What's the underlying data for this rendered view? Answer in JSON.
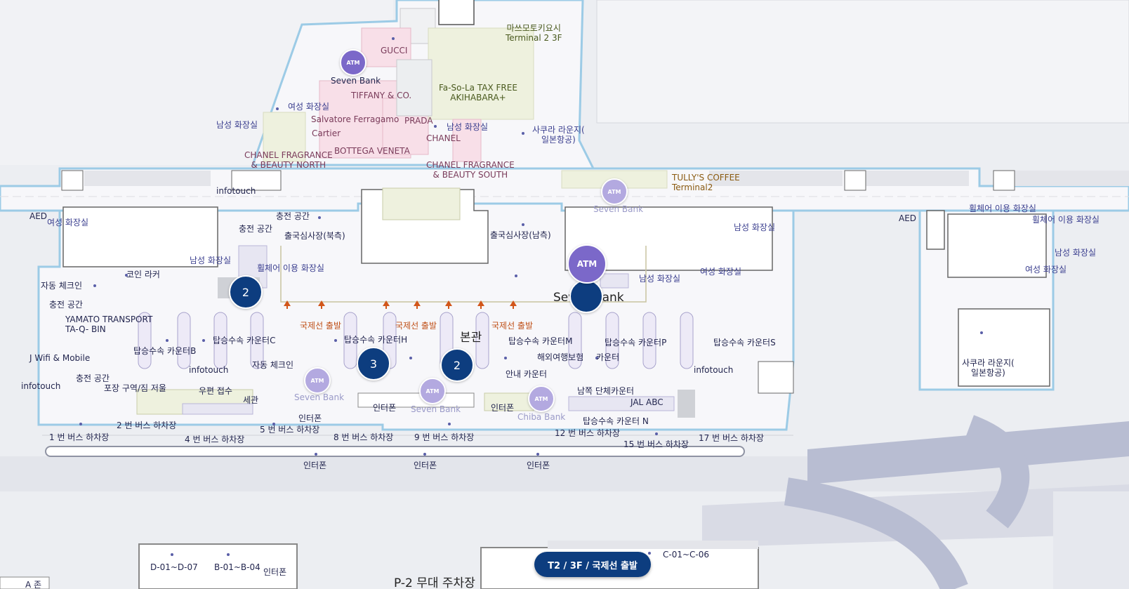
{
  "floor_badge": "T2 / 3F / 국제선 출발",
  "colors": {
    "atm": "#7b68c9",
    "cluster": "#0d3d7f",
    "departure": "#c0521a",
    "terminal_outline": "#9ccbe6",
    "brand_area": "#f8dfe8",
    "shop_area": "#eef1de"
  },
  "labels": {
    "masumoto": "마쓰모토키요시",
    "masumoto2": "Terminal 2 3F",
    "gucci": "GUCCI",
    "sevenbank_n": "Seven Bank",
    "tiffany": "TIFFANY & CO.",
    "fasola": "Fa-So-La TAX FREE",
    "fasola2": "AKIHABARA+",
    "women_wc_n": "여성 화장실",
    "men_wc_nw": "남성 화장실",
    "ferragamo": "Salvatore Ferragamo",
    "prada": "PRADA",
    "men_wc_nc": "남성 화장실",
    "cartier": "Cartier",
    "chanel": "CHANEL",
    "sakura_n": "사쿠라 라운지(",
    "sakura_n2": "일본항공)",
    "bottega": "BOTTEGA VENETA",
    "chanel_fn": "CHANEL FRAGRANCE",
    "chanel_fn2": "& BEAUTY NORTH",
    "chanel_fs": "CHANEL FRAGRANCE",
    "chanel_fs2": "& BEAUTY SOUTH",
    "tullys": "TULLY'S COFFEE",
    "tullys2": "Terminal2",
    "infotouch_n": "infotouch",
    "sevenbank_c": "Seven Bank",
    "aed_w": "AED",
    "women_wc_w": "여성 화장실",
    "charge_1": "충전 공간",
    "charge_2": "충전 공간",
    "emigration_n": "출국심사장(북측)",
    "emigration_s": "출국심사장(남측)",
    "wheel_wc_e": "휠체어 이용 화장실",
    "aed_e": "AED",
    "wheel_wc_e2": "휠체어 이용 화장실",
    "men_wc_e": "남성 화장실",
    "men_wc_far": "남성 화장실",
    "women_wc_far": "여성 화장실",
    "men_wc_w": "남성 화장실",
    "wheel_wc_w": "휠체어 이용 화장실",
    "coin_locker": "코인 라커",
    "sevenbank_big": "Seven Bank",
    "men_wc_c": "남성 화장실",
    "women_wc_c": "여성 화장실",
    "self_checkin_w": "자동 체크인",
    "charge_3": "충전 공간",
    "yamato": "YAMATO TRANSPORT",
    "yamato2": "TA-Q- BIN",
    "intl_dep_1": "국제선 출발",
    "intl_dep_2": "국제선 출발",
    "intl_dep_3": "국제선 출발",
    "main_hall": "본관",
    "counter_c": "탑승수속 카운터C",
    "counter_h": "탑승수속 카운터H",
    "counter_m": "탑승수속 카운터M",
    "counter_p": "탑승수속 카운터P",
    "counter_s": "탑승수속 카운터S",
    "counter_b": "탑승수속 카운터B",
    "jwifi": "J Wifi & Mobile",
    "travel_ins": "해외여행보험",
    "counter": "카운터",
    "sakura_e": "사쿠라 라운지(",
    "sakura_e2": "일본항공)",
    "infotouch_w": "infotouch",
    "self_checkin_c": "자동 체크인",
    "info_counter": "안내 카운터",
    "infotouch_e": "infotouch",
    "charge_4": "충전 공간",
    "infotouch_sw": "infotouch",
    "packing": "포장 구역/짐 저울",
    "post": "우편 접수",
    "sevenbank_s1": "Seven Bank",
    "group_counter": "남쪽 단체카운터",
    "customs": "세관",
    "jal_abc": "JAL ABC",
    "interphone_1": "인터폰",
    "interphone_2": "인터폰",
    "sevenbank_s2": "Seven Bank",
    "interphone_3": "인터폰",
    "chiba_bank": "Chiba Bank",
    "counter_n": "탑승수속 카운터 N",
    "bus_2": "2 번 버스 하차장",
    "bus_5": "5 번 버스 하차장",
    "bus_1": "1 번 버스 하차장",
    "bus_4": "4 번 버스 하차장",
    "bus_8": "8 번 버스 하차장",
    "bus_9": "9 번 버스 하차장",
    "bus_12": "12 번 버스 하차장",
    "bus_17": "17 번 버스 하차장",
    "bus_15": "15 번 버스 하차장",
    "interphone_4": "인터폰",
    "interphone_5": "인터폰",
    "interphone_6": "인터폰",
    "zone_c": "C-01~C-06",
    "zone_d": "D-01~D-07",
    "zone_b": "B-01~B-04",
    "interphone_7": "인터폰",
    "zone_a": "A 존",
    "parking": "P-2 무대 주차장"
  },
  "atm_markers": {
    "atm_label": "ATM"
  },
  "clusters": {
    "c1": "2",
    "c2": "3",
    "c3": "2"
  }
}
